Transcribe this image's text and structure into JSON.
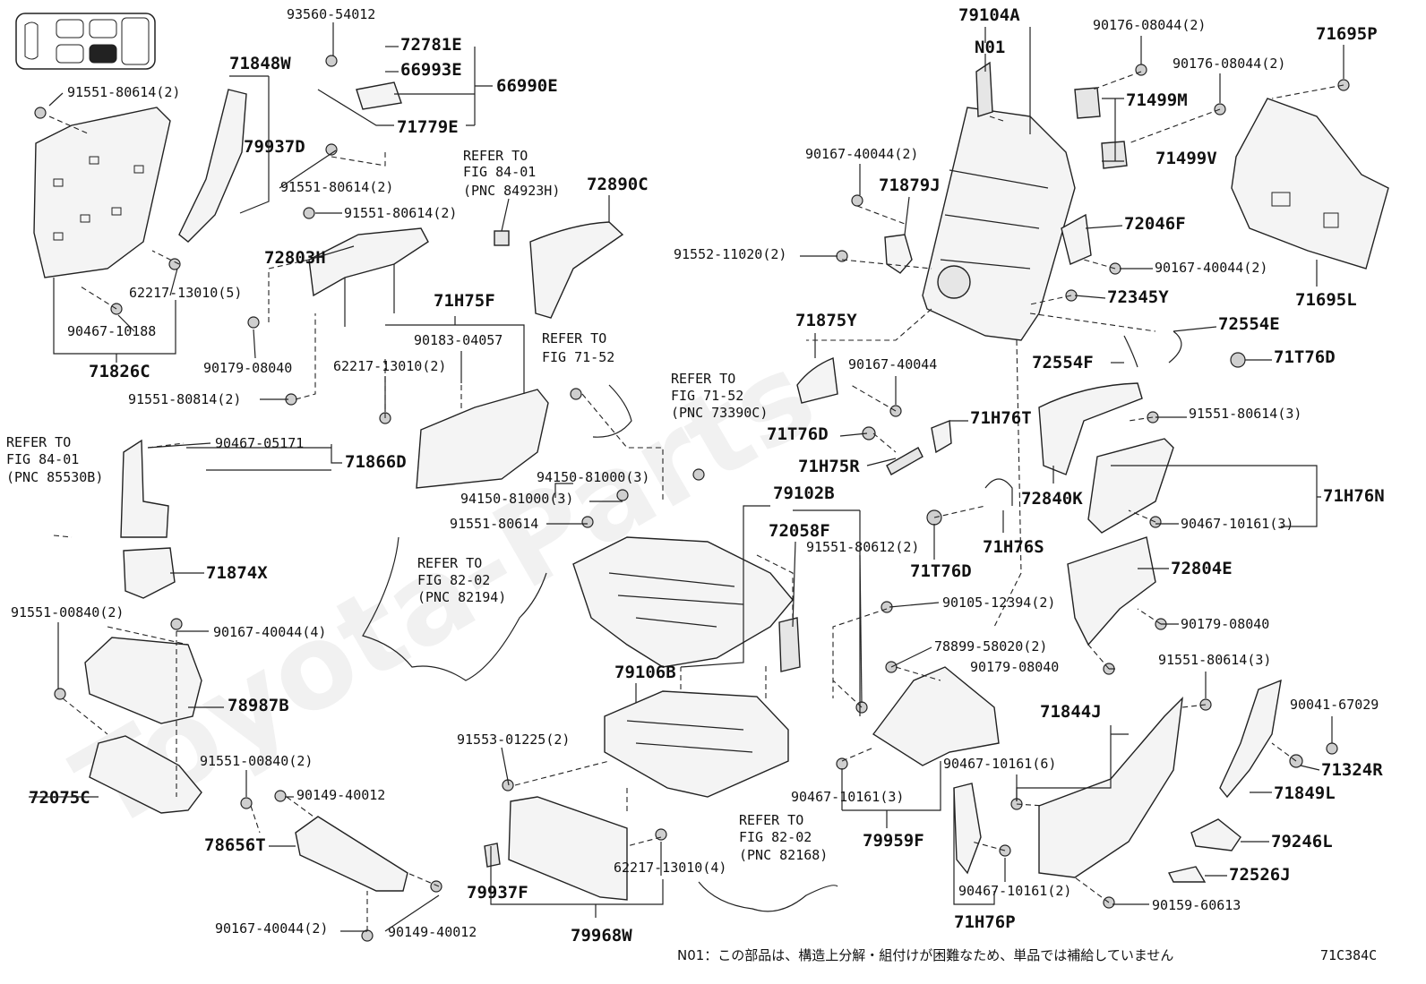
{
  "diagram_code": "71C384C",
  "footnote": "N01：この部品は、構造上分解・組付けが困難なため、単品では補給していません",
  "watermark": "Toyota-Parts",
  "labels": [
    {
      "id": "l1",
      "text": "93560-54012",
      "size": "s"
    },
    {
      "id": "l2",
      "text": "72781E",
      "size": "b"
    },
    {
      "id": "l3",
      "text": "66993E",
      "size": "b"
    },
    {
      "id": "l4",
      "text": "66990E",
      "size": "b"
    },
    {
      "id": "l5",
      "text": "71779E",
      "size": "b"
    },
    {
      "id": "l6",
      "text": "71848W",
      "size": "b"
    },
    {
      "id": "l7",
      "text": "91551-80614(2)",
      "size": "s"
    },
    {
      "id": "l8",
      "text": "79937D",
      "size": "b"
    },
    {
      "id": "l9",
      "text": "91551-80614(2)",
      "size": "s"
    },
    {
      "id": "l10",
      "text": "91551-80614(2)",
      "size": "s"
    },
    {
      "id": "l11",
      "text": "72803H",
      "size": "b"
    },
    {
      "id": "l12",
      "text": "62217-13010(5)",
      "size": "s"
    },
    {
      "id": "l13",
      "text": "90467-10188",
      "size": "s"
    },
    {
      "id": "l14",
      "text": "71826C",
      "size": "b"
    },
    {
      "id": "l15",
      "text": "90179-08040",
      "size": "s"
    },
    {
      "id": "l16",
      "text": "91551-80814(2)",
      "size": "s"
    },
    {
      "id": "l17",
      "text": "REFER TO",
      "size": "s"
    },
    {
      "id": "l18",
      "text": "FIG 84-01",
      "size": "s"
    },
    {
      "id": "l19",
      "text": "(PNC 84923H)",
      "size": "s"
    },
    {
      "id": "l20",
      "text": "72890C",
      "size": "b"
    },
    {
      "id": "l21",
      "text": "71H75F",
      "size": "b"
    },
    {
      "id": "l22",
      "text": "90183-04057",
      "size": "s"
    },
    {
      "id": "l23",
      "text": "62217-13010(2)",
      "size": "s"
    },
    {
      "id": "l24",
      "text": "REFER TO",
      "size": "s"
    },
    {
      "id": "l25",
      "text": "FIG 71-52",
      "size": "s"
    },
    {
      "id": "l26",
      "text": "REFER TO",
      "size": "s"
    },
    {
      "id": "l27",
      "text": "FIG 71-52",
      "size": "s"
    },
    {
      "id": "l28",
      "text": "(PNC 73390C)",
      "size": "s"
    },
    {
      "id": "l29",
      "text": "REFER TO",
      "size": "s"
    },
    {
      "id": "l30",
      "text": "FIG 84-01",
      "size": "s"
    },
    {
      "id": "l31",
      "text": "(PNC 85530B)",
      "size": "s"
    },
    {
      "id": "l32",
      "text": "90467-05171",
      "size": "s"
    },
    {
      "id": "l33",
      "text": "71866D",
      "size": "b"
    },
    {
      "id": "l34",
      "text": "94150-81000(3)",
      "size": "s"
    },
    {
      "id": "l35",
      "text": "94150-81000(3)",
      "size": "s"
    },
    {
      "id": "l36",
      "text": "91551-80614",
      "size": "s"
    },
    {
      "id": "l37",
      "text": "71874X",
      "size": "b"
    },
    {
      "id": "l38",
      "text": "REFER TO",
      "size": "s"
    },
    {
      "id": "l39",
      "text": "FIG 82-02",
      "size": "s"
    },
    {
      "id": "l40",
      "text": "(PNC 82194)",
      "size": "s"
    },
    {
      "id": "l41",
      "text": "91551-00840(2)",
      "size": "s"
    },
    {
      "id": "l42",
      "text": "90167-40044(4)",
      "size": "s"
    },
    {
      "id": "l43",
      "text": "78987B",
      "size": "b"
    },
    {
      "id": "l44",
      "text": "72075C",
      "size": "b"
    },
    {
      "id": "l45",
      "text": "91551-00840(2)",
      "size": "s"
    },
    {
      "id": "l46",
      "text": "90149-40012",
      "size": "s"
    },
    {
      "id": "l47",
      "text": "78656T",
      "size": "b"
    },
    {
      "id": "l48",
      "text": "90167-40044(2)",
      "size": "s"
    },
    {
      "id": "l49",
      "text": "90149-40012",
      "size": "s"
    },
    {
      "id": "l50",
      "text": "79106B",
      "size": "b"
    },
    {
      "id": "l51",
      "text": "91553-01225(2)",
      "size": "s"
    },
    {
      "id": "l52",
      "text": "79937F",
      "size": "b"
    },
    {
      "id": "l53",
      "text": "62217-13010(4)",
      "size": "s"
    },
    {
      "id": "l54",
      "text": "79968W",
      "size": "b"
    },
    {
      "id": "l55",
      "text": "REFER TO",
      "size": "s"
    },
    {
      "id": "l56",
      "text": "FIG 82-02",
      "size": "s"
    },
    {
      "id": "l57",
      "text": "(PNC 82168)",
      "size": "s"
    },
    {
      "id": "l58",
      "text": "79102B",
      "size": "b"
    },
    {
      "id": "l59",
      "text": "72058F",
      "size": "b"
    },
    {
      "id": "l60",
      "text": "91551-80612(2)",
      "size": "s"
    },
    {
      "id": "l61",
      "text": "90105-12394(2)",
      "size": "s"
    },
    {
      "id": "l62",
      "text": "78899-58020(2)",
      "size": "s"
    },
    {
      "id": "l63",
      "text": "90179-08040",
      "size": "s"
    },
    {
      "id": "l64",
      "text": "90467-10161(3)",
      "size": "s"
    },
    {
      "id": "l65",
      "text": "79959F",
      "size": "b"
    },
    {
      "id": "l66",
      "text": "79104A",
      "size": "b"
    },
    {
      "id": "l67",
      "text": "N01",
      "size": "b"
    },
    {
      "id": "l68",
      "text": "90176-08044(2)",
      "size": "s"
    },
    {
      "id": "l69",
      "text": "90176-08044(2)",
      "size": "s"
    },
    {
      "id": "l70",
      "text": "71695P",
      "size": "b"
    },
    {
      "id": "l71",
      "text": "71499M",
      "size": "b"
    },
    {
      "id": "l72",
      "text": "71499V",
      "size": "b"
    },
    {
      "id": "l73",
      "text": "90167-40044(2)",
      "size": "s"
    },
    {
      "id": "l74",
      "text": "71879J",
      "size": "b"
    },
    {
      "id": "l75",
      "text": "72046F",
      "size": "b"
    },
    {
      "id": "l76",
      "text": "91552-11020(2)",
      "size": "s"
    },
    {
      "id": "l77",
      "text": "90167-40044(2)",
      "size": "s"
    },
    {
      "id": "l78",
      "text": "71695L",
      "size": "b"
    },
    {
      "id": "l79",
      "text": "72345Y",
      "size": "b"
    },
    {
      "id": "l80",
      "text": "71875Y",
      "size": "b"
    },
    {
      "id": "l81",
      "text": "72554E",
      "size": "b"
    },
    {
      "id": "l82",
      "text": "90167-40044",
      "size": "s"
    },
    {
      "id": "l83",
      "text": "72554F",
      "size": "b"
    },
    {
      "id": "l84",
      "text": "71T76D",
      "size": "b"
    },
    {
      "id": "l85",
      "text": "71H76T",
      "size": "b"
    },
    {
      "id": "l86",
      "text": "91551-80614(3)",
      "size": "s"
    },
    {
      "id": "l87",
      "text": "71T76D",
      "size": "b"
    },
    {
      "id": "l88",
      "text": "71H75R",
      "size": "b"
    },
    {
      "id": "l89",
      "text": "72840K",
      "size": "b"
    },
    {
      "id": "l90",
      "text": "71H76N",
      "size": "b"
    },
    {
      "id": "l91",
      "text": "90467-10161(3)",
      "size": "s"
    },
    {
      "id": "l92",
      "text": "71T76D",
      "size": "b"
    },
    {
      "id": "l93",
      "text": "71H76S",
      "size": "b"
    },
    {
      "id": "l94",
      "text": "72804E",
      "size": "b"
    },
    {
      "id": "l95",
      "text": "90179-08040",
      "size": "s"
    },
    {
      "id": "l96",
      "text": "91551-80614(3)",
      "size": "s"
    },
    {
      "id": "l97",
      "text": "90041-67029",
      "size": "s"
    },
    {
      "id": "l98",
      "text": "71844J",
      "size": "b"
    },
    {
      "id": "l99",
      "text": "71324R",
      "size": "b"
    },
    {
      "id": "l100",
      "text": "90467-10161(6)",
      "size": "s"
    },
    {
      "id": "l101",
      "text": "71849L",
      "size": "b"
    },
    {
      "id": "l102",
      "text": "79246L",
      "size": "b"
    },
    {
      "id": "l103",
      "text": "72526J",
      "size": "b"
    },
    {
      "id": "l104",
      "text": "90467-10161(2)",
      "size": "s"
    },
    {
      "id": "l105",
      "text": "90159-60613",
      "size": "s"
    },
    {
      "id": "l106",
      "text": "71H76P",
      "size": "b"
    }
  ]
}
